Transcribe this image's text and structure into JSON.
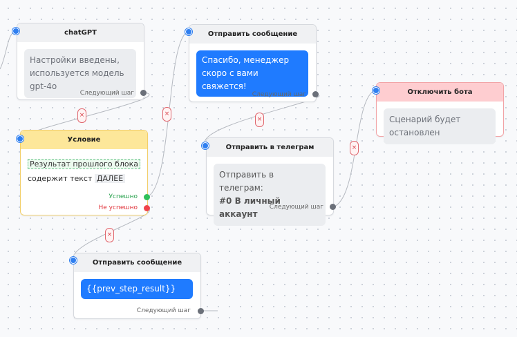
{
  "nodes": {
    "chatgpt": {
      "title": "chatGPT",
      "message": "Настройки введены, используется модель gpt-4o",
      "next_step": "Следующий шаг"
    },
    "condition": {
      "title": "Условие",
      "subject": "Результат прошлого блока",
      "operator": "содержит текст",
      "value": "ДАЛЕЕ",
      "success": "Успешно",
      "failure": "Не успешно"
    },
    "send_message_1": {
      "title": "Отправить сообщение",
      "message": "Спасибо, менеджер скоро с вами свяжется!",
      "next_step": "Следующий шаг"
    },
    "send_telegram": {
      "title": "Отправить в телеграм",
      "line1": "Отправить в телеграм:",
      "line2": "#0 В личный аккаунт",
      "next_step": "Следующий шаг"
    },
    "stop_bot": {
      "title": "Отключить бота",
      "message": "Сценарий будет остановлен"
    },
    "send_message_2": {
      "title": "Отправить сообщение",
      "message": "{{prev_step_result}}",
      "next_step": "Следующий шаг"
    }
  },
  "connection_delete_icon": "×",
  "colors": {
    "canvas": "#f8f9fb",
    "accent_blue": "#1f7bff",
    "success": "#2ec05a",
    "failure": "#f0444b",
    "condition_header": "#fde79a",
    "stop_header": "#fecdd0"
  }
}
